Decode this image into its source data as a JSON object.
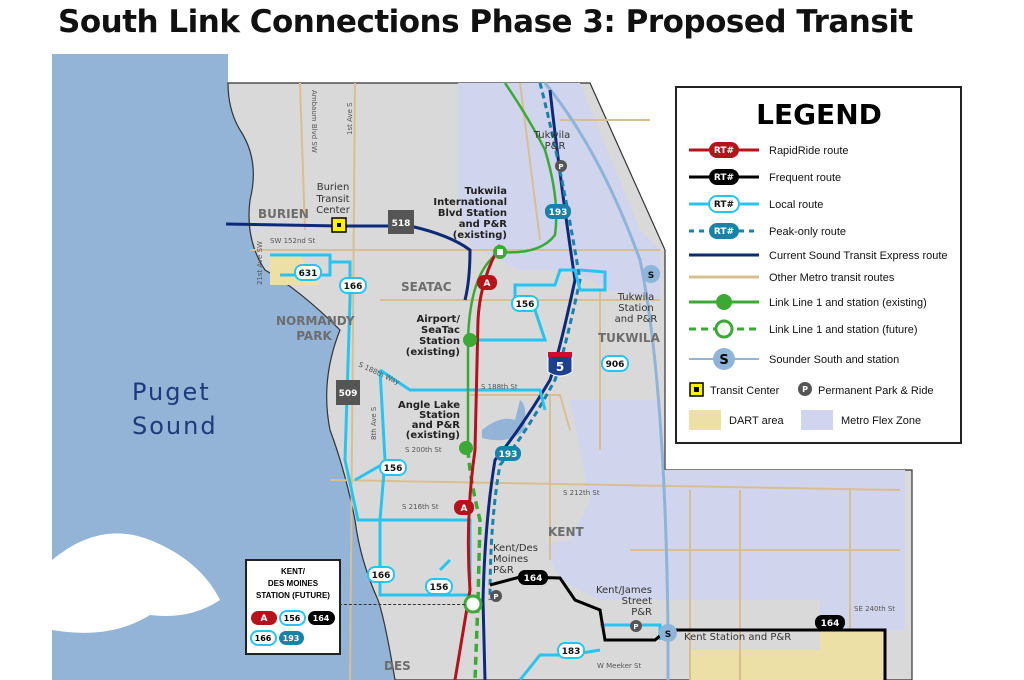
{
  "title": "South Link Connections Phase 3: Proposed Transit",
  "colors": {
    "rapidride": "#b5121b",
    "frequent": "#000000",
    "local": "#28c4f0",
    "peak": "#1a82a8",
    "express": "#0d2a7a",
    "metro_other": "#d9bf8f",
    "link": "#3aaa35",
    "sounder": "#8fb4d9",
    "water": "#93b4d6",
    "land": "#d9d9d9",
    "dart": "#ede0a6",
    "flex": "#d0d4ec",
    "transit_center": "#fff200"
  },
  "legend": {
    "heading": "LEGEND",
    "badge": "RT#",
    "items": [
      {
        "icon": "rapidride-line",
        "label": "RapidRide route"
      },
      {
        "icon": "frequent-line",
        "label": "Frequent route"
      },
      {
        "icon": "local-line",
        "label": "Local route"
      },
      {
        "icon": "peak-line",
        "label": "Peak-only route"
      },
      {
        "icon": "express-line",
        "label": "Current Sound Transit Express route"
      },
      {
        "icon": "metro-line",
        "label": "Other Metro transit routes"
      },
      {
        "icon": "link-existing",
        "label": "Link Line 1 and station (existing)"
      },
      {
        "icon": "link-future",
        "label": "Link Line 1 and station (future)"
      },
      {
        "icon": "sounder",
        "label": "Sounder South and station",
        "glyph": "S"
      },
      {
        "icon": "transit-center",
        "label": "Transit Center"
      },
      {
        "icon": "park-ride",
        "label": "Permanent Park & Ride",
        "glyph": "P"
      },
      {
        "icon": "dart-area",
        "label": "DART area"
      },
      {
        "icon": "flex-zone",
        "label": "Metro Flex Zone"
      }
    ]
  },
  "cities": {
    "burien": "BURIEN",
    "seatac": "SEATAC",
    "normandy1": "NORMANDY",
    "normandy2": "PARK",
    "tukwila": "TUKWILA",
    "kent": "KENT",
    "desmoines": "DES",
    "water1": "Puget",
    "water2": "Sound"
  },
  "stations": {
    "burien_tc": [
      "Burien",
      "Transit",
      "Center"
    ],
    "tib": [
      "Tukwila",
      "International",
      "Blvd Station",
      "and P&R",
      "(existing)"
    ],
    "airport": [
      "Airport/",
      "SeaTac",
      "Station",
      "(existing)"
    ],
    "angle": [
      "Angle Lake",
      "Station",
      "and P&R",
      "(existing)"
    ],
    "tukwila_pr": [
      "Tukwila",
      "P&R"
    ],
    "tukwila_stn": [
      "Tukwila",
      "Station",
      "and P&R"
    ],
    "kdm_pr": [
      "Kent/Des",
      "Moines",
      "P&R"
    ],
    "kent_james": [
      "Kent/James",
      "Street",
      "P&R"
    ],
    "kent_station": "Kent Station and P&R"
  },
  "streets": {
    "ambaum": "Ambaum Blvd SW",
    "first": "1st Ave S",
    "sw152": "SW 152nd St",
    "21st": "21st Ave SW",
    "s188way": "S 188th Way",
    "s188": "S 188th St",
    "8th": "8th Ave S",
    "s200": "S 200th St",
    "s212": "S 212th St",
    "s216": "S 216th St",
    "se240": "SE 240th St",
    "meeker": "W Meeker St"
  },
  "routes": {
    "a": "A",
    "r631": "631",
    "r166": "166",
    "r156": "156",
    "r193": "193",
    "r906": "906",
    "r164": "164",
    "r183": "183",
    "sr518": "518",
    "sr509": "509",
    "i5": "5",
    "sounder": "S",
    "pr": "P"
  },
  "inset": {
    "title": [
      "KENT/",
      "DES MOINES",
      "STATION (FUTURE)"
    ],
    "routes": [
      "A",
      "156",
      "164",
      "166",
      "193"
    ]
  }
}
